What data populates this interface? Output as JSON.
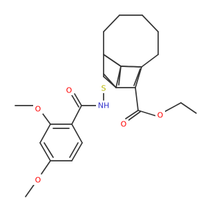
{
  "atom_colors": {
    "C": "#333333",
    "O": "#ff0000",
    "N": "#3333cc",
    "S": "#b8b800"
  },
  "labels": {
    "s1": "S",
    "nh": "NH",
    "o_amide": "O",
    "o_ester_carbonyl": "O",
    "o_ester": "O",
    "o_methoxy_1": "O",
    "o_methoxy_2": "O"
  }
}
